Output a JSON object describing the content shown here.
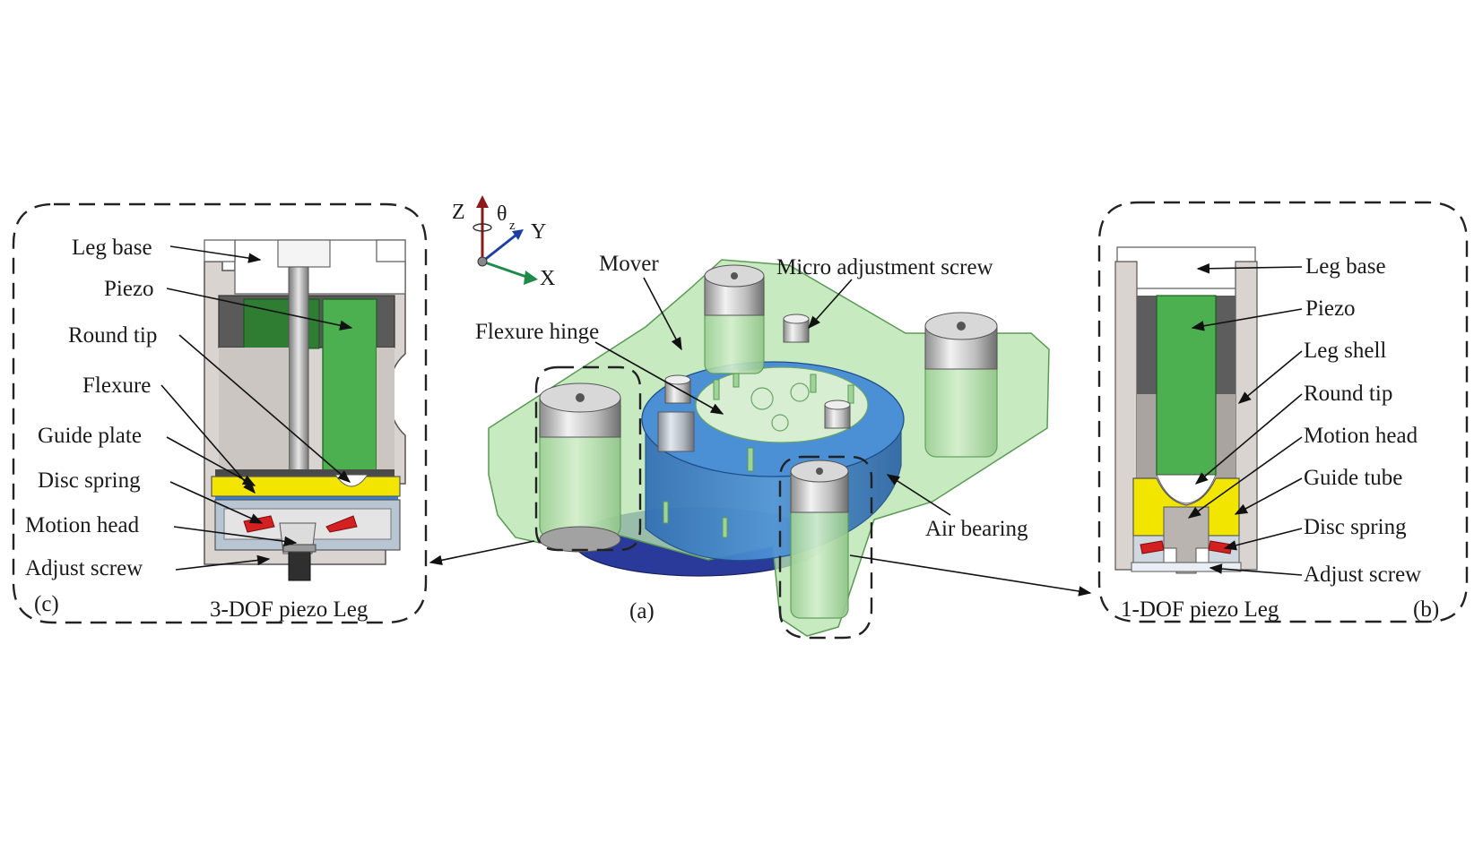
{
  "axes": {
    "z": "Z",
    "theta": "θ",
    "theta_sub": "z",
    "y": "Y",
    "x": "X"
  },
  "panel_c": {
    "labels": {
      "leg_base": "Leg base",
      "piezo": "Piezo",
      "round_tip": "Round tip",
      "flexure": "Flexure",
      "guide_plate": "Guide plate",
      "disc_spring": "Disc spring",
      "motion_head": "Motion head",
      "adjust_screw": "Adjust screw"
    },
    "tag": "(c)",
    "caption": "3-DOF piezo Leg"
  },
  "panel_a": {
    "labels": {
      "mover": "Mover",
      "micro_adjustment_screw": "Micro adjustment screw",
      "flexure_hinge": "Flexure hinge",
      "air_bearing": "Air bearing"
    },
    "tag": "(a)"
  },
  "panel_b": {
    "labels": {
      "leg_base": "Leg base",
      "piezo": "Piezo",
      "leg_shell": "Leg shell",
      "round_tip": "Round tip",
      "motion_head": "Motion head",
      "guide_tube": "Guide tube",
      "disc_spring": "Disc spring",
      "adjust_screw": "Adjust screw"
    },
    "tag": "(b)",
    "caption": "1-DOF piezo Leg"
  },
  "colors": {
    "piezo_green": "#4caf50",
    "piezo_dark": "#2e7d32",
    "shell_grey": "#d9d4d0",
    "guide_yellow": "#f2e600",
    "spring_red": "#d42020",
    "mover_green": "#b7e4b0",
    "air_bearing_blue": "#3d7fc8",
    "base_navy": "#2a3a9a",
    "axis_z": "#8b1a1a",
    "axis_y": "#1f3fa0",
    "axis_x": "#1f8a4a"
  }
}
